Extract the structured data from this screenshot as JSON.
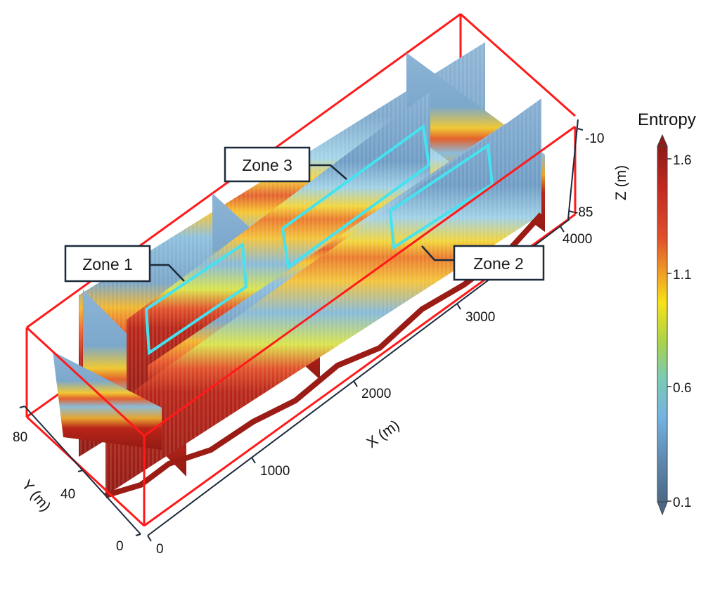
{
  "colorbar": {
    "title": "Entropy",
    "ticks": [
      "1.6",
      "1.1",
      "0.6",
      "0.1"
    ],
    "stops": [
      "#8e1a16",
      "#c22a22",
      "#e0512b",
      "#f1a024",
      "#f7e218",
      "#a9d34a",
      "#7ccab2",
      "#74b4e2",
      "#5f8ab0",
      "#4b6986"
    ]
  },
  "axes": {
    "x_title": "X (m)",
    "x_ticks": [
      "0",
      "1000",
      "2000",
      "3000",
      "4000"
    ],
    "y_title": "Y (m)",
    "y_ticks": [
      "80",
      "40",
      "0"
    ],
    "z_title": "Z (m)",
    "z_ticks": [
      "-10",
      "-85"
    ]
  },
  "zones": {
    "zone1": "Zone 1",
    "zone2": "Zone 2",
    "zone3": "Zone 3"
  },
  "colors": {
    "bounding_box": "#ff1a1a",
    "zone_outline": "#45e3f0",
    "axis": "#1b2a3a",
    "low_entropy": "#7fa9cc",
    "mid_entropy": "#f3c12a",
    "high_entropy": "#a82019"
  }
}
